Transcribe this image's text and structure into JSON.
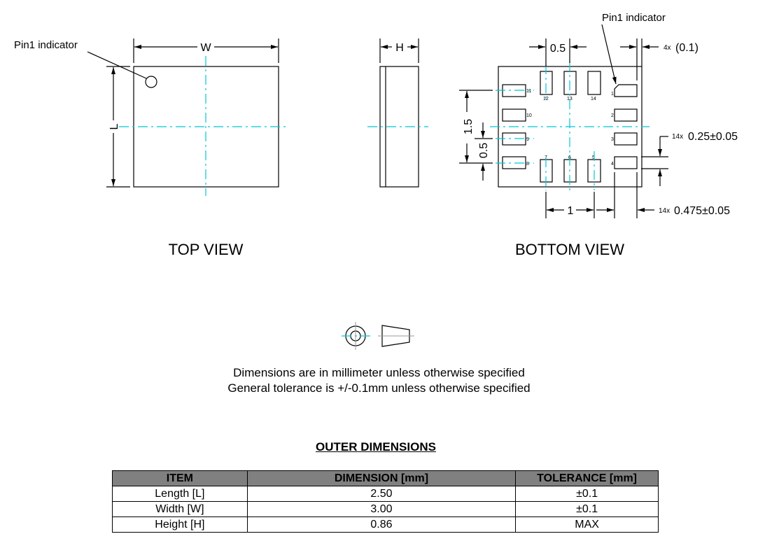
{
  "top_view": {
    "caption": "TOP VIEW",
    "pin1_label": "Pin1 indicator",
    "width_label": "W",
    "length_label": "L"
  },
  "side_view": {
    "height_label": "H"
  },
  "bottom_view": {
    "caption": "BOTTOM VIEW",
    "pin1_label": "Pin1 indicator",
    "dim_pitch_top": "0.5",
    "dim_corner": "(0.1)",
    "dim_corner_qty": "4x",
    "dim_pad_width": "0.25±0.05",
    "dim_pad_width_qty": "14x",
    "dim_pad_length": "0.475±0.05",
    "dim_pad_length_qty": "14x",
    "dim_span_left": "1.5",
    "dim_pitch_left": "0.5",
    "dim_span_bottom": "1",
    "pin_numbers": [
      "1",
      "2",
      "3",
      "4",
      "5",
      "6",
      "7",
      "8",
      "9",
      "10",
      "11",
      "12",
      "13",
      "14"
    ]
  },
  "notes": [
    "Dimensions are in millimeter unless otherwise specified",
    "General tolerance is +/-0.1mm unless otherwise specified"
  ],
  "table": {
    "title": "OUTER DIMENSIONS",
    "headers": [
      "ITEM",
      "DIMENSION [mm]",
      "TOLERANCE [mm]"
    ],
    "rows": [
      [
        "Length [L]",
        "2.50",
        "±0.1"
      ],
      [
        "Width [W]",
        "3.00",
        "±0.1"
      ],
      [
        "Height [H]",
        "0.86",
        "MAX"
      ]
    ]
  }
}
